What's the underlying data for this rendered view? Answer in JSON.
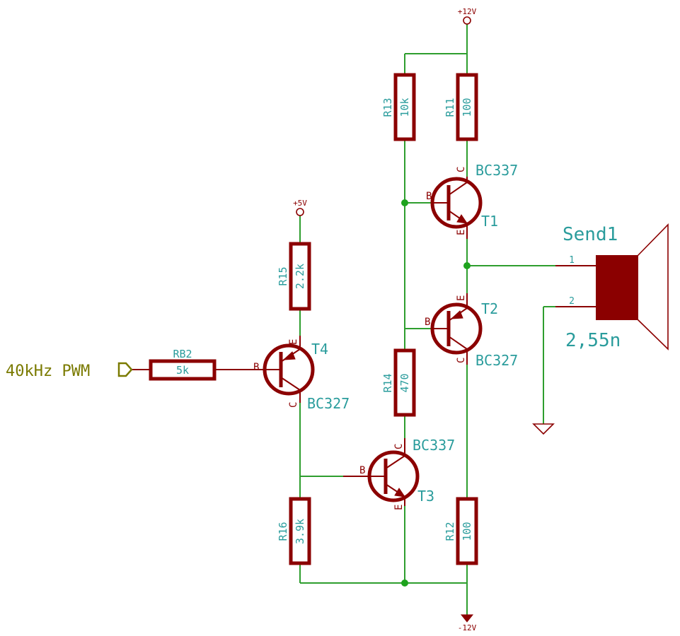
{
  "power": {
    "vcc12": "+12V",
    "vee12": "-12V",
    "vcc5": "+5V"
  },
  "input": {
    "net_label": "40kHz PWM"
  },
  "resistors": {
    "r11": {
      "ref": "R11",
      "value": "100"
    },
    "r12": {
      "ref": "R12",
      "value": "100"
    },
    "r13": {
      "ref": "R13",
      "value": "10k"
    },
    "r14": {
      "ref": "R14",
      "value": "470"
    },
    "r15": {
      "ref": "R15",
      "value": "2.2k"
    },
    "r16": {
      "ref": "R16",
      "value": "3.9k"
    },
    "rb2": {
      "ref": "RB2",
      "value": "5k"
    }
  },
  "transistors": {
    "t1": {
      "ref": "T1",
      "part": "BC337",
      "pin_b": "B",
      "pin_c": "C",
      "pin_e": "E"
    },
    "t2": {
      "ref": "T2",
      "part": "BC327",
      "pin_b": "B",
      "pin_c": "C",
      "pin_e": "E"
    },
    "t3": {
      "ref": "T3",
      "part": "BC337",
      "pin_b": "B",
      "pin_c": "C",
      "pin_e": "E"
    },
    "t4": {
      "ref": "T4",
      "part": "BC327",
      "pin_b": "B",
      "pin_c": "C",
      "pin_e": "E"
    }
  },
  "transducer": {
    "ref": "Send1",
    "value": "2,55n",
    "pin1": "1",
    "pin2": "2"
  },
  "colors": {
    "wire": "#2e9e2e",
    "component": "#8b0000",
    "label": "#2a9c9c",
    "net": "#7a7a00"
  }
}
